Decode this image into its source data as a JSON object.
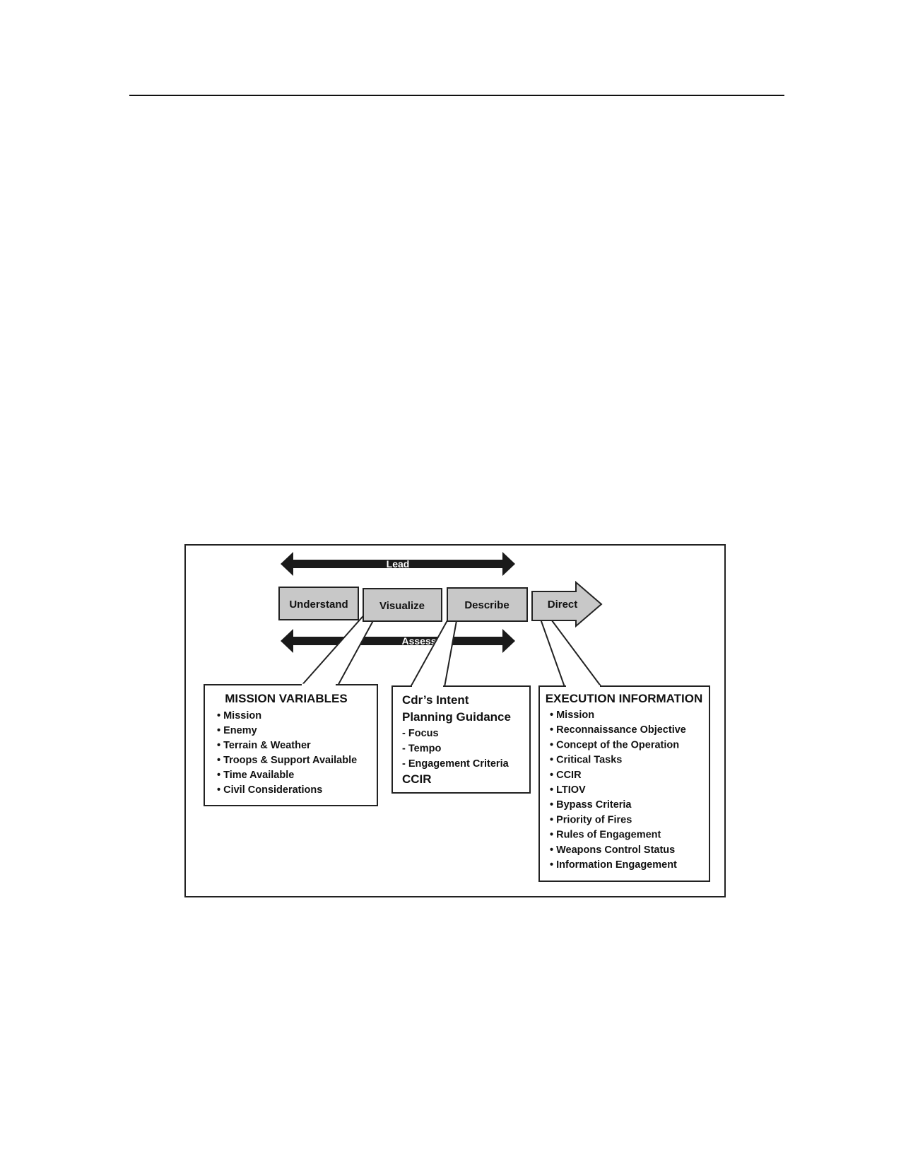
{
  "diagram": {
    "lead_label": "Lead",
    "assess_label": "Assess",
    "steps": [
      "Understand",
      "Visualize",
      "Describe",
      "Direct"
    ],
    "mission_variables": {
      "title": "MISSION VARIABLES",
      "items": [
        "Mission",
        "Enemy",
        "Terrain & Weather",
        "Troops & Support Available",
        "Time Available",
        "Civil Considerations"
      ]
    },
    "intent": {
      "line1": "Cdr’s Intent",
      "line2": "Planning Guidance",
      "sub_items": [
        "Focus",
        "Tempo",
        "Engagement  Criteria"
      ],
      "line3": "CCIR"
    },
    "execution_information": {
      "title": "EXECUTION INFORMATION",
      "items": [
        "Mission",
        "Reconnaissance Objective",
        "Concept of the Operation",
        "Critical Tasks",
        "CCIR",
        "LTIOV",
        "Bypass Criteria",
        "Priority of Fires",
        "Rules of Engagement",
        "Weapons Control Status",
        "Information Engagement"
      ]
    },
    "colors": {
      "step_fill": "#c8c8c8",
      "arrow_fill": "#1a1a1a",
      "outline": "#222222"
    }
  }
}
